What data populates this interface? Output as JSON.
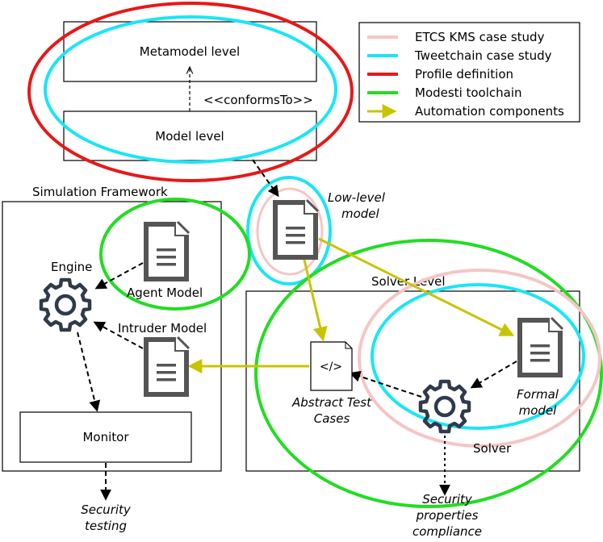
{
  "legend": {
    "items": [
      {
        "label": "ETCS KMS case study",
        "color": "#f4c6c4"
      },
      {
        "label": "Tweetchain case study",
        "color": "#19e6f5"
      },
      {
        "label": "Profile definition",
        "color": "#e81818"
      },
      {
        "label": "Modesti toolchain",
        "color": "#22dd22"
      },
      {
        "label": "Automation components",
        "color": "#c9c400"
      }
    ]
  },
  "boxes": {
    "metamodel_level": "Metamodel level",
    "model_level": "Model level",
    "conforms_to": "<<conformsTo>>",
    "simulation_framework": "Simulation Framework",
    "solver_level": "Solver Level",
    "monitor": "Monitor",
    "solver": "Solver"
  },
  "nodes": {
    "low_level_model_line1": "Low-level",
    "low_level_model_line2": "model",
    "engine": "Engine",
    "agent_model": "Agent Model",
    "intruder_model": "Intruder Model",
    "abstract_test_cases_line1": "Abstract Test",
    "abstract_test_cases_line2": "Cases",
    "code_glyph": "</>",
    "formal_model_line1": "Formal",
    "formal_model_line2": "model"
  },
  "outputs": {
    "security_testing_line1": "Security",
    "security_testing_line2": "testing",
    "security_compliance_line1": "Security",
    "security_compliance_line2": "properties",
    "security_compliance_line3": "compliance"
  },
  "colors": {
    "icon": "#555555",
    "gear": "#2f3a4a",
    "pink": "#f4c6c4",
    "cyan": "#19e6f5",
    "red": "#e81818",
    "green": "#22dd22",
    "olive": "#c9c400"
  }
}
